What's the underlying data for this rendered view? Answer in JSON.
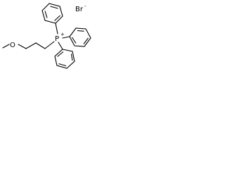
{
  "structure": {
    "atom_labels": {
      "oxygen": "O",
      "phosphorus": "P",
      "charge": "+",
      "bromide": "Br",
      "bromide_charge": "-"
    },
    "rings": [
      {
        "name": "phenyl-top"
      },
      {
        "name": "phenyl-right"
      },
      {
        "name": "phenyl-bottom"
      }
    ],
    "colors": {
      "bond": "#000000",
      "text": "#000000",
      "background": "#ffffff"
    }
  }
}
